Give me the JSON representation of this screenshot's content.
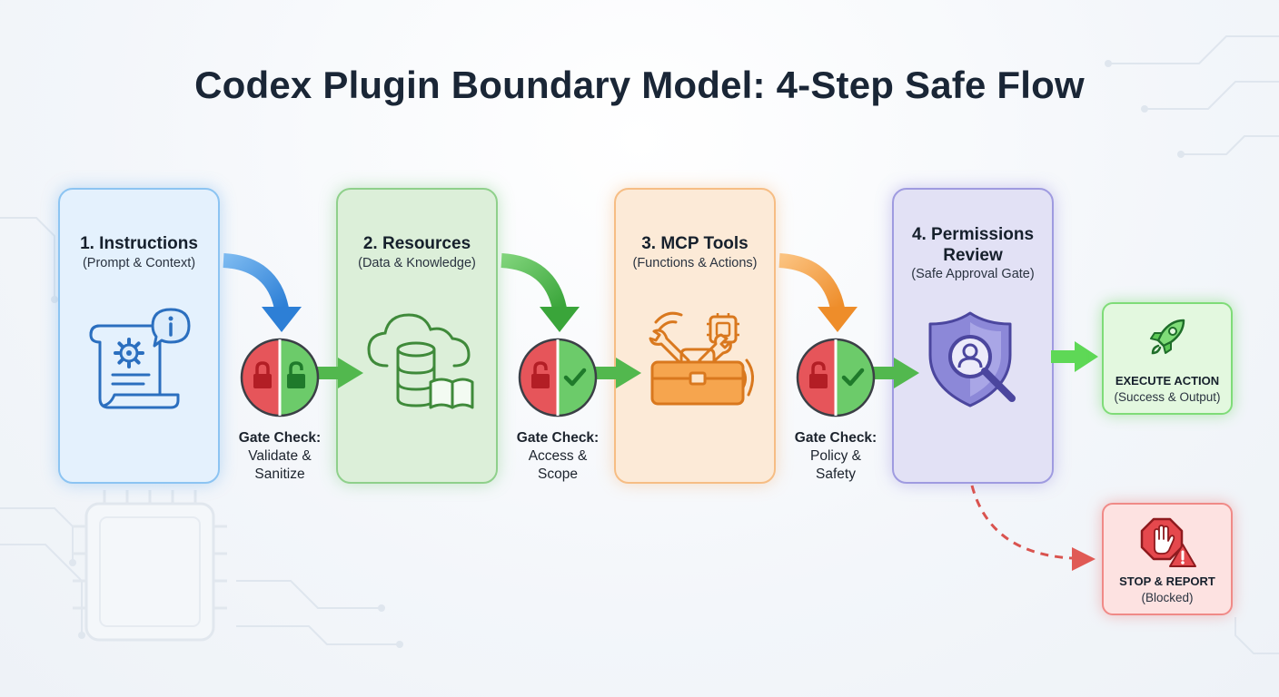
{
  "title": "Codex Plugin Boundary Model: 4-Step Safe Flow",
  "steps": [
    {
      "title": "1. Instructions",
      "subtitle": "(Prompt & Context)",
      "color": "#8cc4f2",
      "icon": "scroll-gear-info-icon"
    },
    {
      "title": "2. Resources",
      "subtitle": "(Data & Knowledge)",
      "color": "#8fd08b",
      "icon": "cloud-database-book-icon"
    },
    {
      "title": "3. MCP Tools",
      "subtitle": "(Functions & Actions)",
      "color": "#f6bd84",
      "icon": "toolbox-chip-icon"
    },
    {
      "title_line1": "4. Permissions",
      "title_line2": "Review",
      "subtitle": "(Safe Approval Gate)",
      "color": "#9f9be0",
      "icon": "shield-magnifier-user-icon"
    }
  ],
  "gates": [
    {
      "head": "Gate Check:",
      "line1": "Validate &",
      "line2": "Sanitize"
    },
    {
      "head": "Gate Check:",
      "line1": "Access &",
      "line2": "Scope"
    },
    {
      "head": "Gate Check:",
      "line1": "Policy &",
      "line2": "Safety"
    }
  ],
  "outcomes": {
    "execute": {
      "title": "EXECUTE ACTION",
      "subtitle": "(Success & Output)",
      "color": "#7fdc78",
      "icon": "rocket-icon"
    },
    "stop": {
      "title": "STOP & REPORT",
      "subtitle": "(Blocked)",
      "color": "#f08a87",
      "icon": "stop-hand-warning-icon"
    }
  }
}
